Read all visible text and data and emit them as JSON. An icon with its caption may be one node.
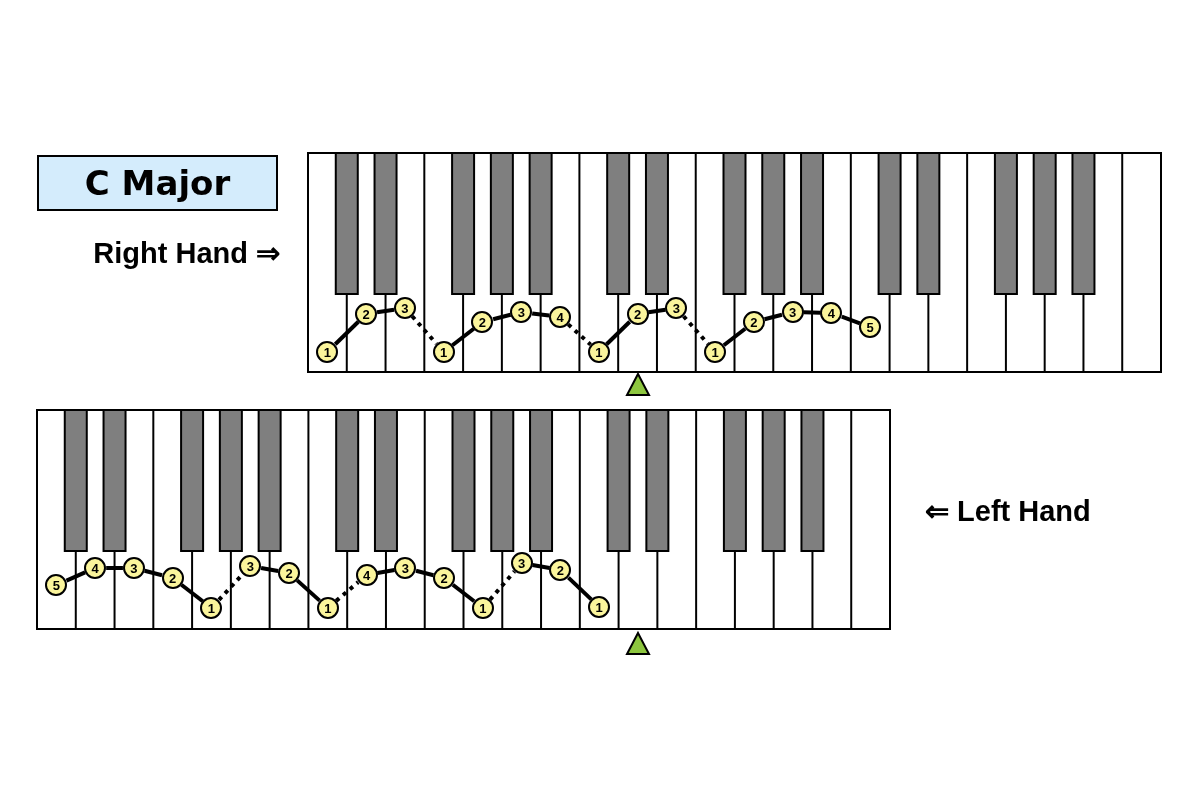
{
  "diagram": {
    "title": "C Major",
    "nodes": [
      {
        "text": [
          "1"
        ]
      },
      {
        "text": [
          "2"
        ]
      },
      {
        "text": [
          "3"
        ]
      },
      {
        "text": [
          "1"
        ]
      },
      {
        "text": [
          "2"
        ]
      },
      {
        "text": [
          "3"
        ]
      },
      {
        "text": [
          "4"
        ]
      },
      {
        "text": [
          "1"
        ]
      },
      {
        "text": [
          "2"
        ]
      },
      {
        "text": [
          "3"
        ]
      },
      {
        "text": [
          "1"
        ]
      },
      {
        "text": [
          "2"
        ]
      },
      {
        "text": [
          "3"
        ]
      },
      {
        "text": [
          "4"
        ]
      },
      {
        "text": [
          "5"
        ]
      },
      {
        "text": [
          "5"
        ]
      },
      {
        "text": [
          "4"
        ]
      },
      {
        "text": [
          "3"
        ]
      },
      {
        "text": [
          "2"
        ]
      },
      {
        "text": [
          "1"
        ]
      },
      {
        "text": [
          "3"
        ]
      },
      {
        "text": [
          "2"
        ]
      },
      {
        "text": [
          "1"
        ]
      },
      {
        "text": [
          "4"
        ]
      },
      {
        "text": [
          "3"
        ]
      },
      {
        "text": [
          "2"
        ]
      },
      {
        "text": [
          "1"
        ]
      },
      {
        "text": [
          "3"
        ]
      },
      {
        "text": [
          "2"
        ]
      },
      {
        "text": [
          "1"
        ]
      }
    ],
    "edges": [
      {
        "from": 0,
        "to": 1,
        "arrow": "none"
      },
      {
        "from": 1,
        "to": 2,
        "arrow": "none"
      },
      {
        "from": 2,
        "to": 3,
        "arrow": "none",
        "style": "dashed"
      },
      {
        "from": 3,
        "to": 4,
        "arrow": "none"
      },
      {
        "from": 4,
        "to": 5,
        "arrow": "none"
      },
      {
        "from": 5,
        "to": 6,
        "arrow": "none"
      },
      {
        "from": 6,
        "to": 7,
        "arrow": "none",
        "style": "dashed"
      },
      {
        "from": 7,
        "to": 8,
        "arrow": "none"
      },
      {
        "from": 8,
        "to": 9,
        "arrow": "none"
      },
      {
        "from": 9,
        "to": 10,
        "arrow": "none",
        "style": "dashed"
      },
      {
        "from": 10,
        "to": 11,
        "arrow": "none"
      },
      {
        "from": 11,
        "to": 12,
        "arrow": "none"
      },
      {
        "from": 12,
        "to": 13,
        "arrow": "none"
      },
      {
        "from": 13,
        "to": 14,
        "arrow": "none"
      },
      {
        "from": 15,
        "to": 16,
        "arrow": "none"
      },
      {
        "from": 16,
        "to": 17,
        "arrow": "none"
      },
      {
        "from": 17,
        "to": 18,
        "arrow": "none"
      },
      {
        "from": 18,
        "to": 19,
        "arrow": "none"
      },
      {
        "from": 19,
        "to": 20,
        "arrow": "none",
        "style": "dashed"
      },
      {
        "from": 20,
        "to": 21,
        "arrow": "none"
      },
      {
        "from": 21,
        "to": 22,
        "arrow": "none"
      },
      {
        "from": 22,
        "to": 23,
        "arrow": "none",
        "style": "dashed"
      },
      {
        "from": 23,
        "to": 24,
        "arrow": "none"
      },
      {
        "from": 24,
        "to": 25,
        "arrow": "none"
      },
      {
        "from": 25,
        "to": 26,
        "arrow": "none"
      },
      {
        "from": 26,
        "to": 27,
        "arrow": "none",
        "style": "dashed"
      },
      {
        "from": 27,
        "to": 28,
        "arrow": "none"
      },
      {
        "from": 28,
        "to": 29,
        "arrow": "none"
      }
    ],
    "labels": [
      "Right Hand ⇒",
      "⇐ Left Hand"
    ]
  }
}
